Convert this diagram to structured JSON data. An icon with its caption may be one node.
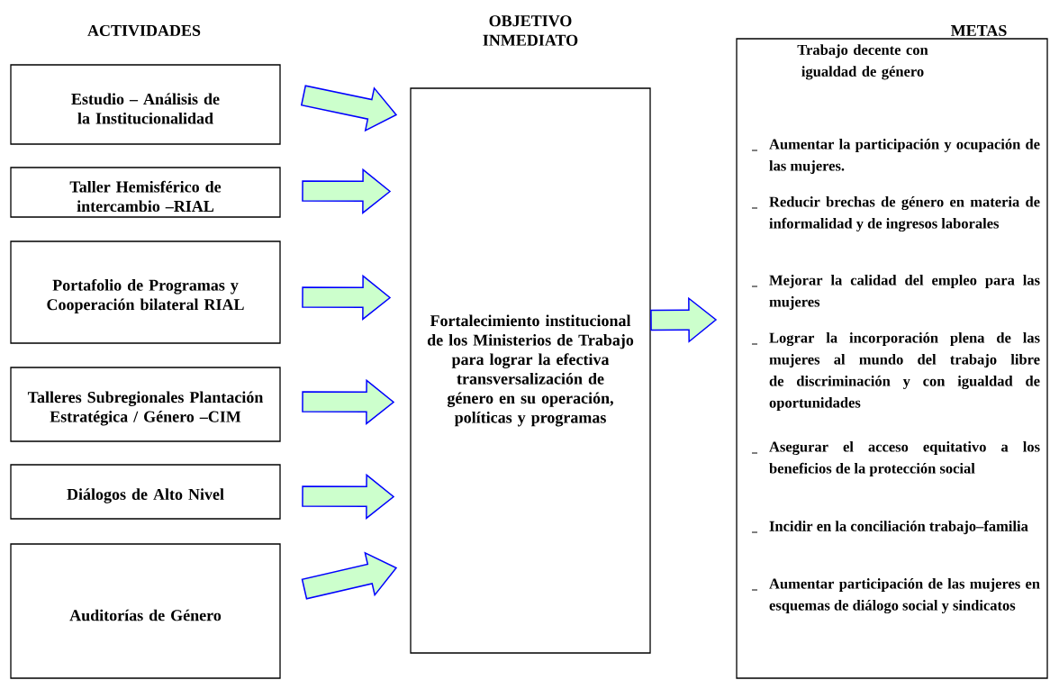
{
  "diagram": {
    "nodes": [
      {
        "text": [
          "Estudio – Análisis de la Institucionalidad"
        ]
      },
      {
        "text": [
          "Taller Hemisférico de intercambio –RIAL"
        ]
      },
      {
        "text": [
          "Portafolio de Programas y Cooperación bilateral RIAL"
        ]
      },
      {
        "text": [
          "Talleres Subregionales Plantación Estratégica / Género –CIM"
        ]
      },
      {
        "text": [
          "Diálogos de Alto Nivel"
        ]
      },
      {
        "text": [
          "Auditorías de Género"
        ]
      },
      {
        "text": [
          "OBJETIVO INMEDIATO",
          "Fortalecimiento institucional de los Ministerios de Trabajo para lograr la efectiva transversalización de género en su operación, políticas y programas"
        ]
      },
      {
        "text": [
          "METAS",
          "Trabajo decente con igualdad de género",
          "Aumentar la participación y ocupación de las mujeres.",
          "Reducir brechas de género en materia de informalidad y de ingresos laborales",
          "Mejorar la calidad del empleo para las mujeres",
          "Lograr la incorporación plena de las mujeres al mundo del trabajo libre de discriminación y con igualdad de oportunidades",
          "Asegurar el acceso equitativo a los beneficios de la protección social",
          "Incidir en la conciliación trabajo–familia",
          "Aumentar participación de las mujeres en esquemas de diálogo social y sindicatos"
        ]
      }
    ],
    "edges": [
      {
        "from": 0,
        "to": 6,
        "arrow": "to"
      },
      {
        "from": 1,
        "to": 6,
        "arrow": "to"
      },
      {
        "from": 2,
        "to": 6,
        "arrow": "to"
      },
      {
        "from": 3,
        "to": 6,
        "arrow": "to"
      },
      {
        "from": 4,
        "to": 6,
        "arrow": "to"
      },
      {
        "from": 5,
        "to": 6,
        "arrow": "to"
      },
      {
        "from": 6,
        "to": 7,
        "arrow": "to"
      }
    ],
    "labels": [
      "ACTIVIDADES"
    ]
  }
}
